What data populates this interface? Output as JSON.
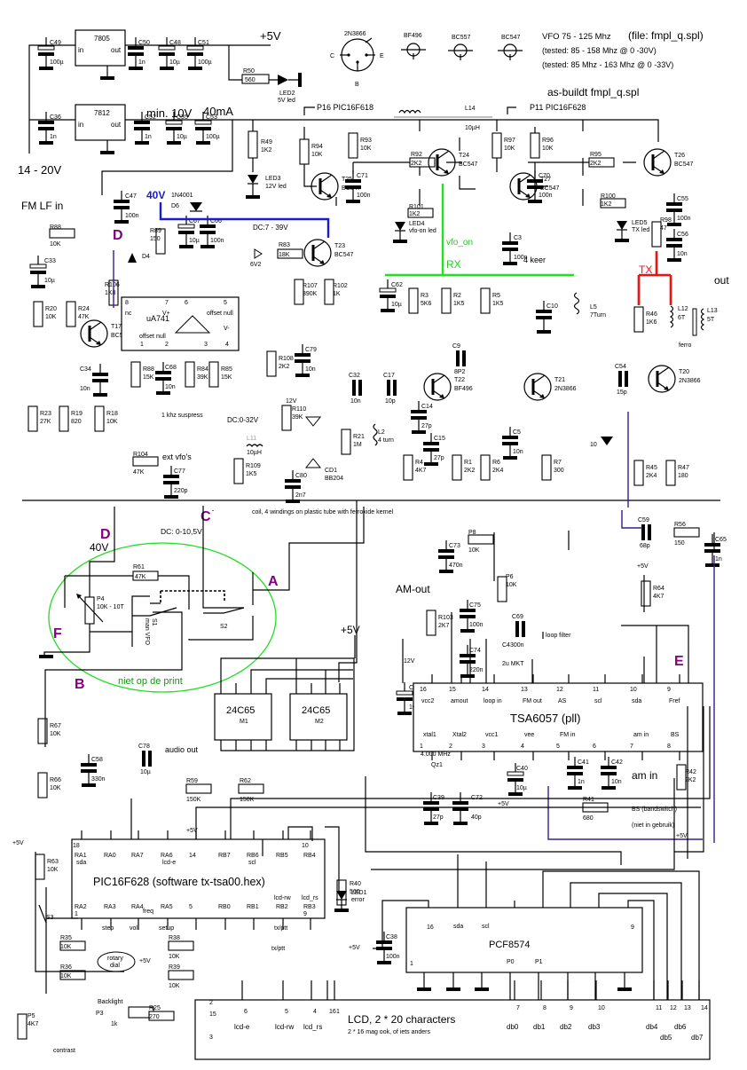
{
  "header": {
    "vfo_range": "VFO 75 - 125 Mhz",
    "file_name": "(file: fmpl_q.spl)",
    "tested_1": "(tested: 85 - 158 Mhz @ 0 -30V)",
    "tested_2": "(tested: 85 Mhz - 163  Mhz @ 0 -33V)",
    "as_built": "as-buildt fmpl_q.spl"
  },
  "transistor_pinouts": [
    {
      "name": "2N3866",
      "pins": [
        "C",
        "E",
        "B"
      ]
    },
    {
      "name": "BF496"
    },
    {
      "name": "BC557"
    },
    {
      "name": "BC547"
    }
  ],
  "power": {
    "reg_5v": "7805",
    "reg_12v": "7812",
    "pin_in": "in",
    "pin_out": "out",
    "plus5v": "+5V",
    "min10v": "min. 10V",
    "current": "40mA",
    "input_range": "14 - 20V",
    "v40": "40V",
    "dc_7_39": "DC:7 - 39V",
    "dc_0_32": "DC:0-32V",
    "dc_0_105": "DC: 0-10,5V",
    "v40b": "40V",
    "v12": "12V"
  },
  "signals": {
    "fm_lf_in": "FM LF in",
    "vfo_on": "vfo_on",
    "rx": "RX",
    "tx": "TX",
    "out": "out",
    "four_keer": "4 keer",
    "ext_vfos": "ext vfo's",
    "khz_suppress": "1 khz suspress",
    "coil_note": "coil, 4 windings on plastic tube with ferroxide kernel",
    "am_out": "AM-out",
    "loop_filter": "loop filter",
    "audio_out": "audio out",
    "am_in": "am in",
    "bs_bandswitch": "BS (bandswitch)",
    "niet_gebruikt": "(niet in gebruik)",
    "niet_op_de_print": "niet op de print",
    "p16": "P16 PIC16F618",
    "p11": "P11 PIC16F628",
    "rotary_dial": [
      "rotary",
      "dial"
    ],
    "contrast": "contrast",
    "backlight": "Backlight",
    "freq": "freq",
    "tx_ptt": "tx/ptt",
    "man_vfo": "man VFO"
  },
  "connector_letters": {
    "A": "A",
    "B": "B",
    "C": "C",
    "D": "D",
    "E": "E",
    "F": "F"
  },
  "components": {
    "C49": [
      "C49",
      "100µ"
    ],
    "C50": [
      "C50",
      "1n"
    ],
    "C48": [
      "C48",
      "10µ"
    ],
    "C51": [
      "C51",
      "100µ"
    ],
    "C36": [
      "C36",
      "1n"
    ],
    "C52": [
      "C52",
      "1n"
    ],
    "C35": [
      "C35",
      "10µ"
    ],
    "C53": [
      "C53",
      "100µ"
    ],
    "R50": [
      "R50",
      "560"
    ],
    "LED2": [
      "LED2",
      "5V led"
    ],
    "R49": [
      "R49",
      "1K2"
    ],
    "LED3": [
      "LED3",
      "12V led"
    ],
    "R94": [
      "R94",
      "10K"
    ],
    "T25": [
      "T25",
      "BC547"
    ],
    "R93": [
      "R93",
      "10K"
    ],
    "R92": [
      "R92",
      "2K2"
    ],
    "C71": [
      "C71",
      "100n"
    ],
    "T24": [
      "T24",
      "BC547"
    ],
    "L14": [
      "L14",
      "10µH"
    ],
    "R97": [
      "R97",
      "10K"
    ],
    "T27": [
      "T27",
      "BC547"
    ],
    "R96": [
      "R96",
      "10K"
    ],
    "R95": [
      "R95",
      "2K2"
    ],
    "C70": [
      "C70",
      "100n"
    ],
    "T26": [
      "T26",
      "BC547"
    ],
    "C55": [
      "C55",
      "100n"
    ],
    "C56": [
      "C56",
      "10n"
    ],
    "R100": [
      "R100",
      "1K2"
    ],
    "LED5": [
      "LED5",
      "TX led"
    ],
    "R98": [
      "R98",
      "47"
    ],
    "R101": [
      "R101",
      "1K2"
    ],
    "LED4": [
      "LED4",
      "vfo-on led"
    ],
    "C47": [
      "C47",
      "100n"
    ],
    "D6": [
      "D6",
      "1N4001"
    ],
    "R89": [
      "R89",
      "150"
    ],
    "C67": [
      "C67",
      "10µ"
    ],
    "C66": [
      "C66",
      "100n"
    ],
    "R83": [
      "R83",
      "18K"
    ],
    "D_6V2": [
      "6V2",
      ""
    ],
    "T23": [
      "T23",
      "BC547"
    ],
    "R107": [
      "R107",
      "390K"
    ],
    "R102": [
      "R102",
      "1K"
    ],
    "R88a": [
      "R88",
      "10K"
    ],
    "C33": [
      "C33",
      "10µ"
    ],
    "R20": [
      "R20",
      "10K"
    ],
    "R24": [
      "R24",
      "47K"
    ],
    "T17": [
      "T17",
      "BC547"
    ],
    "D4": [
      "D4",
      ""
    ],
    "R106": [
      "R106",
      "1K8"
    ],
    "IC741": [
      "uA741",
      ""
    ],
    "C34": [
      "C34",
      "10n"
    ],
    "R23": [
      "R23",
      "27K"
    ],
    "R19": [
      "R19",
      "820"
    ],
    "R18": [
      "R18",
      "10K"
    ],
    "R88": [
      "R88",
      "15K"
    ],
    "C68": [
      "C68",
      "10n"
    ],
    "R84": [
      "R84",
      "39K"
    ],
    "R85": [
      "R85",
      "15K"
    ],
    "R104": [
      "R104",
      "47K"
    ],
    "C77": [
      "C77",
      "220p"
    ],
    "R108": [
      "R108",
      "2K2"
    ],
    "C79": [
      "C79",
      "10n"
    ],
    "R110": [
      "R110",
      "39K"
    ],
    "L11": [
      "L11",
      "10µH"
    ],
    "R109": [
      "R109",
      "1K5"
    ],
    "C80": [
      "C80",
      "2n7"
    ],
    "CD1": [
      "CD1",
      "BB204"
    ],
    "C32": [
      "C32",
      "10n"
    ],
    "R21": [
      "R21",
      "1M"
    ],
    "C17": [
      "C17",
      "10p"
    ],
    "L2": [
      "L2",
      "4 turn"
    ],
    "C62": [
      "C62",
      "10µ"
    ],
    "R3": [
      "R3",
      "5K6"
    ],
    "R2": [
      "R2",
      "1K5"
    ],
    "R5": [
      "R5",
      "1K5"
    ],
    "C3": [
      "C3",
      "100n"
    ],
    "C10": [
      "C10",
      ""
    ],
    "L5": [
      "L5",
      "7Turn"
    ],
    "C9": [
      "C9",
      "8P2"
    ],
    "T22": [
      "T22",
      "BF496"
    ],
    "C14": [
      "C14",
      "27p"
    ],
    "C15": [
      "C15",
      "27p"
    ],
    "R4": [
      "R4",
      "4K7"
    ],
    "R1": [
      "R1",
      "2K2"
    ],
    "R6": [
      "R6",
      "2K4"
    ],
    "T21": [
      "T21",
      "2N3866"
    ],
    "C5": [
      "C5",
      "10n"
    ],
    "R7": [
      "R7",
      "300"
    ],
    "R46": [
      "R46",
      "1K6"
    ],
    "L12": [
      "L12",
      "6T"
    ],
    "L13": [
      "L13",
      "5T"
    ],
    "ferro": [
      "ferro",
      ""
    ],
    "C54": [
      "C54",
      "15p"
    ],
    "T20": [
      "T20",
      "2N3866"
    ],
    "D10": [
      "10",
      ""
    ],
    "R45": [
      "R45",
      "2K4"
    ],
    "R47": [
      "R47",
      "180"
    ],
    "C59": [
      "C59",
      "68p"
    ],
    "R56": [
      "R56",
      "150"
    ],
    "C65": [
      "C65",
      "1n"
    ],
    "R61": [
      "R61",
      "47K"
    ],
    "P4": [
      "P4",
      "10K - 10T"
    ],
    "S1": [
      "S1",
      ""
    ],
    "S2": [
      "S2",
      ""
    ],
    "P8": [
      "P8",
      "10K"
    ],
    "C73": [
      "C73",
      "470n"
    ],
    "P6": [
      "P6",
      "10K"
    ],
    "R103": [
      "R103",
      "2K7"
    ],
    "C75": [
      "C75",
      "100n"
    ],
    "C69": [
      "C69",
      ""
    ],
    "C43": [
      "C4300n",
      ""
    ],
    "C74": [
      "C74",
      "220n"
    ],
    "C_2u": [
      "2u MKT",
      ""
    ],
    "R64": [
      "R64",
      "4K7"
    ],
    "C45": [
      "C45",
      "10µ"
    ],
    "Qz1": [
      "Qz1",
      "4.000 MHz"
    ],
    "C39": [
      "C39",
      "27p"
    ],
    "C72": [
      "C72",
      "40p"
    ],
    "C40": [
      "C40",
      "10µ"
    ],
    "C41": [
      "C41",
      "1n"
    ],
    "C42": [
      "C42",
      "10n"
    ],
    "R41": [
      "R41",
      "680"
    ],
    "R42": [
      "R42",
      "2K2"
    ],
    "R67": [
      "R67",
      "10K"
    ],
    "C58": [
      "C58",
      "330n"
    ],
    "C78": [
      "C78",
      "10µ"
    ],
    "R66": [
      "R66",
      "10K"
    ],
    "R59": [
      "R59",
      "150K"
    ],
    "R62": [
      "R62",
      "150K"
    ],
    "M1": [
      "24C65",
      "M1"
    ],
    "M2": [
      "24C65",
      "M2"
    ],
    "R63": [
      "R63",
      "10K"
    ],
    "S3": [
      "S3",
      ""
    ],
    "R35": [
      "R35",
      "10K"
    ],
    "R36": [
      "R36",
      "10K"
    ],
    "R38": [
      "R38",
      "10K"
    ],
    "R39": [
      "R39",
      "10K"
    ],
    "R40": [
      "R40",
      "560"
    ],
    "LED1": [
      "LED1",
      "error"
    ],
    "C38": [
      "C38",
      "100n"
    ],
    "P5": [
      "P5",
      "4K7"
    ],
    "P3": [
      "P3",
      "1k"
    ],
    "R25": [
      "R25",
      "270"
    ]
  },
  "tsa6057": {
    "title": "TSA6057 (pll)",
    "top_pins": [
      {
        "num": "16",
        "name": "vcc2"
      },
      {
        "num": "15",
        "name": "amout"
      },
      {
        "num": "14",
        "name": "loop in"
      },
      {
        "num": "13",
        "name": "FM out"
      },
      {
        "num": "12",
        "name": "AS"
      },
      {
        "num": "11",
        "name": "scl"
      },
      {
        "num": "10",
        "name": "sda"
      },
      {
        "num": "9",
        "name": "Fref"
      }
    ],
    "bottom_pins": [
      {
        "num": "1",
        "name": "xtal1"
      },
      {
        "num": "2",
        "name": "Xtal2"
      },
      {
        "num": "3",
        "name": "vcc1"
      },
      {
        "num": "4",
        "name": "vee"
      },
      {
        "num": "5",
        "name": "FM in"
      },
      {
        "num": "6",
        "name": ""
      },
      {
        "num": "7",
        "name": "am in"
      },
      {
        "num": "8",
        "name": "BS"
      }
    ]
  },
  "uA741": {
    "pins_top": [
      {
        "num": "8",
        "name": "nc"
      },
      {
        "num": "7",
        "name": "V+"
      },
      {
        "num": "6",
        "name": ""
      },
      {
        "num": "5",
        "name": "offset null"
      }
    ],
    "pins_bottom": [
      {
        "num": "1",
        "name": "offset null"
      },
      {
        "num": "2",
        "name": "-"
      },
      {
        "num": "3",
        "name": "+"
      },
      {
        "num": "4",
        "name": "V-"
      }
    ]
  },
  "pic": {
    "title": "PIC16F628 (software tx-tsa00.hex)",
    "top_pins": [
      {
        "num": "18",
        "name": "RA1",
        "sub": "sda"
      },
      {
        "num": "",
        "name": "RA0",
        "sub": ""
      },
      {
        "num": "",
        "name": "RA7",
        "sub": ""
      },
      {
        "num": "",
        "name": "RA6",
        "sub": "lcd-e"
      },
      {
        "num": "",
        "name": "14",
        "sub": ""
      },
      {
        "num": "",
        "name": "RB7",
        "sub": ""
      },
      {
        "num": "",
        "name": "RB6",
        "sub": "scl"
      },
      {
        "num": "",
        "name": "RB5",
        "sub": ""
      },
      {
        "num": "10",
        "name": "RB4",
        "sub": ""
      }
    ],
    "bottom_pins": [
      {
        "num": "1",
        "name": "RA2",
        "sub": "",
        "under": ""
      },
      {
        "num": "",
        "name": "RA3",
        "sub": "",
        "under": "step"
      },
      {
        "num": "",
        "name": "RA4",
        "sub": "",
        "under": "vol"
      },
      {
        "num": "",
        "name": "RA5",
        "sub": "",
        "under": "setup"
      },
      {
        "num": "",
        "name": "5",
        "sub": "",
        "under": ""
      },
      {
        "num": "",
        "name": "RB0",
        "sub": "",
        "under": ""
      },
      {
        "num": "",
        "name": "RB1",
        "sub": "",
        "under": ""
      },
      {
        "num": "",
        "name": "RB2",
        "sub": "lcd-rw",
        "under": "tx/ptt"
      },
      {
        "num": "9",
        "name": "RB3",
        "sub": "lcd_rs",
        "under": ""
      }
    ]
  },
  "pcf8574": {
    "title": "PCF8574",
    "top_labels": [
      "16",
      "sda",
      "scl",
      "9"
    ],
    "bottom_labels": [
      "1",
      "P0",
      "P1"
    ]
  },
  "lcd": {
    "title": "LCD, 2 * 20 characters",
    "subtitle": "2 * 16 mag ook, of iets anders",
    "pins": [
      {
        "num": "2",
        "name": ""
      },
      {
        "num": "15",
        "name": ""
      },
      {
        "num": "3",
        "name": ""
      },
      {
        "num": "6",
        "name": "lcd-e"
      },
      {
        "num": "5",
        "name": "lcd-rw"
      },
      {
        "num": "4",
        "name": "lcd_rs"
      },
      {
        "num": "16",
        "name": ""
      },
      {
        "num": "1",
        "name": ""
      },
      {
        "num": "7",
        "name": "db0"
      },
      {
        "num": "8",
        "name": "db1"
      },
      {
        "num": "9",
        "name": "db2"
      },
      {
        "num": "10",
        "name": "db3"
      },
      {
        "num": "11",
        "name": "db4"
      },
      {
        "num": "12",
        "name": "db5"
      },
      {
        "num": "13",
        "name": "db6"
      },
      {
        "num": "14",
        "name": "db7"
      }
    ]
  },
  "colors": {
    "blue_net": "#1a1ad0",
    "green_net": "#22e022",
    "red_net": "#ee1111",
    "purple_letters": "#800080",
    "purple_wire": "#3a1a8a",
    "offboard_ellipse": "#22dd22"
  }
}
